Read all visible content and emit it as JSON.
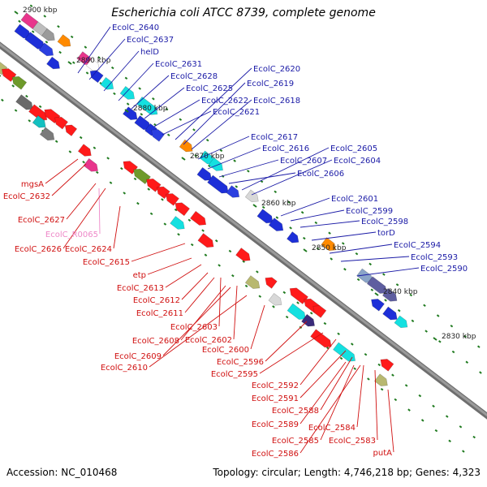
{
  "title": "Escherichia coli ATCC 8739, complete genome",
  "footer": {
    "accession": "Accession: NC_010468",
    "summary": "Topology: circular; Length: 4,746,218 bp; Genes: 4,323"
  },
  "colors": {
    "backbone": "#8c8c8c",
    "upper_label": "#1a1aa6",
    "lower_label": "#d01010",
    "ncrna_label": "#ee88c8",
    "tick": "#1f7a1f"
  },
  "ticks": [
    {
      "label": "2900 kbp"
    },
    {
      "label": "2890 kbp"
    },
    {
      "label": "2880 kbp"
    },
    {
      "label": "2870 kbp"
    },
    {
      "label": "2860 kbp"
    },
    {
      "label": "2850 kbp"
    },
    {
      "label": "2840 kbp"
    },
    {
      "label": "2830 kbp"
    }
  ],
  "upper_genes": [
    "EcolC_2640",
    "EcolC_2637",
    "helD",
    "EcolC_2631",
    "EcolC_2628",
    "EcolC_2625",
    "EcolC_2622",
    "EcolC_2621",
    "EcolC_2620",
    "EcolC_2619",
    "EcolC_2618",
    "EcolC_2617",
    "EcolC_2616",
    "EcolC_2607",
    "EcolC_2606",
    "EcolC_2605",
    "EcolC_2604",
    "EcolC_2601",
    "EcolC_2599",
    "EcolC_2598",
    "torD",
    "EcolC_2594",
    "EcolC_2593",
    "EcolC_2590"
  ],
  "lower_genes": [
    "mgsA",
    "EcolC_2632",
    "EcolC_2627",
    "EcolC_R0065",
    "EcolC_2626",
    "EcolC_2624",
    "EcolC_2615",
    "etp",
    "EcolC_2613",
    "EcolC_2612",
    "EcolC_2611",
    "EcolC_2603",
    "EcolC_2608",
    "EcolC_2602",
    "EcolC_2609",
    "EcolC_2600",
    "EcolC_2610",
    "EcolC_2596",
    "EcolC_2595",
    "EcolC_2592",
    "EcolC_2591",
    "EcolC_2588",
    "EcolC_2589",
    "EcolC_2584",
    "EcolC_2585",
    "EcolC_2583",
    "EcolC_2586",
    "putA"
  ]
}
